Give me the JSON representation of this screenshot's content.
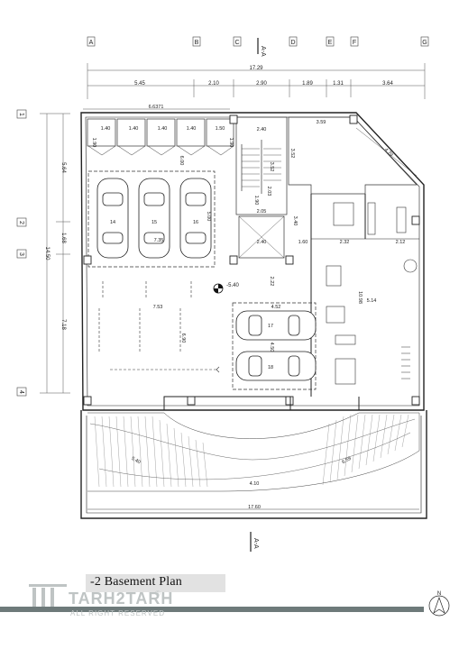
{
  "grid_columns": [
    "A",
    "B",
    "C",
    "D",
    "E",
    "F",
    "G"
  ],
  "grid_rows": [
    "1",
    "2",
    "3",
    "4"
  ],
  "top_dims": [
    "5.45",
    "2.10",
    "2.90",
    "1.89",
    "1.31",
    "3.64"
  ],
  "overall_width": "17.29",
  "left_dims": [
    "5.64",
    "1.68",
    "7.18"
  ],
  "overall_height": "14.50",
  "upper_width": "6.6371",
  "storage_dims": [
    "1.40",
    "1.40",
    "1.40",
    "1.40",
    "1.50"
  ],
  "storage_height": "1.90",
  "room_labels": {
    "stair_w": "2.40",
    "stair_h": "3.52",
    "stair_dim2": "3.52",
    "top_right_w": "3.59",
    "top_right_diag": "4.79",
    "parking_depth": "6.00",
    "car_row_w": "7.35",
    "car_row_h": "5.00",
    "lift_w": "2.05",
    "lift_h": "1.90",
    "lift_h2": "2.03",
    "lift_w2": "2.40",
    "shaft_h": "3.40",
    "gym_w": "1.60",
    "gym_w2": "2.32",
    "gym_w3": "2.12",
    "gym_h": "10.98",
    "gym_w4": "5.14",
    "level": "-5.40",
    "drive_w": "7.53",
    "drive_h": "6.90",
    "lower_parking_w": "4.52",
    "lower_parking_h": "4.50",
    "lower_gap": "2.22",
    "ramp_left": "5.40",
    "ramp_right": "6.59",
    "ramp_mid": "4.10",
    "bottom_width": "17.60"
  },
  "car_numbers": [
    "14",
    "15",
    "16",
    "17",
    "18"
  ],
  "section_mark": "A-A",
  "plan_title": "-2 Basement  Plan",
  "brand": "TARH2TARH",
  "brand_sub": "ALL RIGHT RESERVED",
  "brand_reg": "®",
  "north": "N"
}
